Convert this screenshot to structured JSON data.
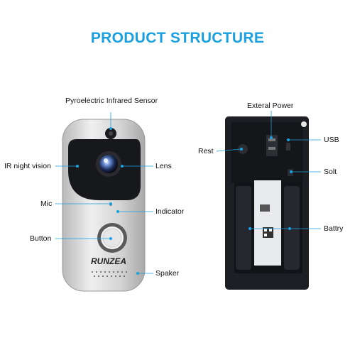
{
  "title": "PRODUCT STRUCTURE",
  "brand": "RUNZEA",
  "labels": {
    "pir": "Pyroelectric Infrared Sensor",
    "ir": "IR night vision",
    "lens": "Lens",
    "mic": "Mic",
    "indicator": "Indicator",
    "button": "Button",
    "speaker": "Spaker",
    "power": "Exteral Power",
    "rest": "Rest",
    "usb": "USB",
    "slot": "Solt",
    "battery": "Battry"
  },
  "colors": {
    "accent": "#1aa0e0",
    "dot": "#1aa0e0",
    "body": "#d8d8d8",
    "back": "#1d1f24"
  }
}
